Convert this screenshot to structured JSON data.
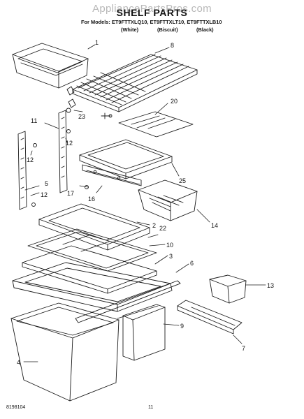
{
  "watermark": "AppliancePartsPros.com",
  "header": {
    "title": "SHELF PARTS",
    "models_line": "For Models: ET9FTTXLQ10, ET9FTTXLT10, ET9FTTXLB10",
    "colors": [
      "(White)",
      "(Biscuit)",
      "(Black)"
    ]
  },
  "callouts": {
    "c1": "1",
    "c8": "8",
    "c20": "20",
    "c23": "23",
    "c11": "11",
    "c12a": "12",
    "c12b": "12",
    "c25": "25",
    "c5": "5",
    "c12c": "12",
    "c17": "17",
    "c16": "16",
    "c14": "14",
    "c2": "2",
    "c22": "22",
    "c10": "10",
    "c3": "3",
    "c6": "6",
    "c13": "13",
    "c9": "9",
    "c7": "7",
    "c4": "4"
  },
  "footer": {
    "doc_number": "8198104",
    "page_number": "11"
  },
  "colors_hex": {
    "line": "#1a1a1a",
    "paper": "#ffffff",
    "watermark": "#b8b8b8"
  }
}
